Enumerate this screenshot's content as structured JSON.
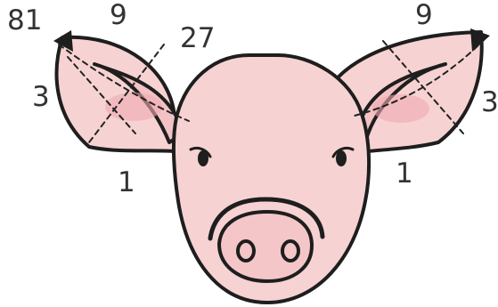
{
  "colors": {
    "skin": "#f7d2d2",
    "ear_inner": "#f3c2c4",
    "ear_blush": "#eeaab2",
    "outline": "#1e1e1e",
    "snout": "#f5c6c7",
    "label_text": "#333333"
  },
  "icons": {
    "left_ear_tip": "black-tip",
    "right_ear_tip": "black-tip",
    "eyes": "eye-dot",
    "nostrils": "oval-nostril"
  },
  "labels": {
    "left_top_corner": "81",
    "left_top_middle": "9",
    "left_base_top": "27",
    "left_side": "3",
    "left_bottom": "1",
    "right_top_middle": "9",
    "right_side": "3",
    "right_bottom": "1"
  }
}
